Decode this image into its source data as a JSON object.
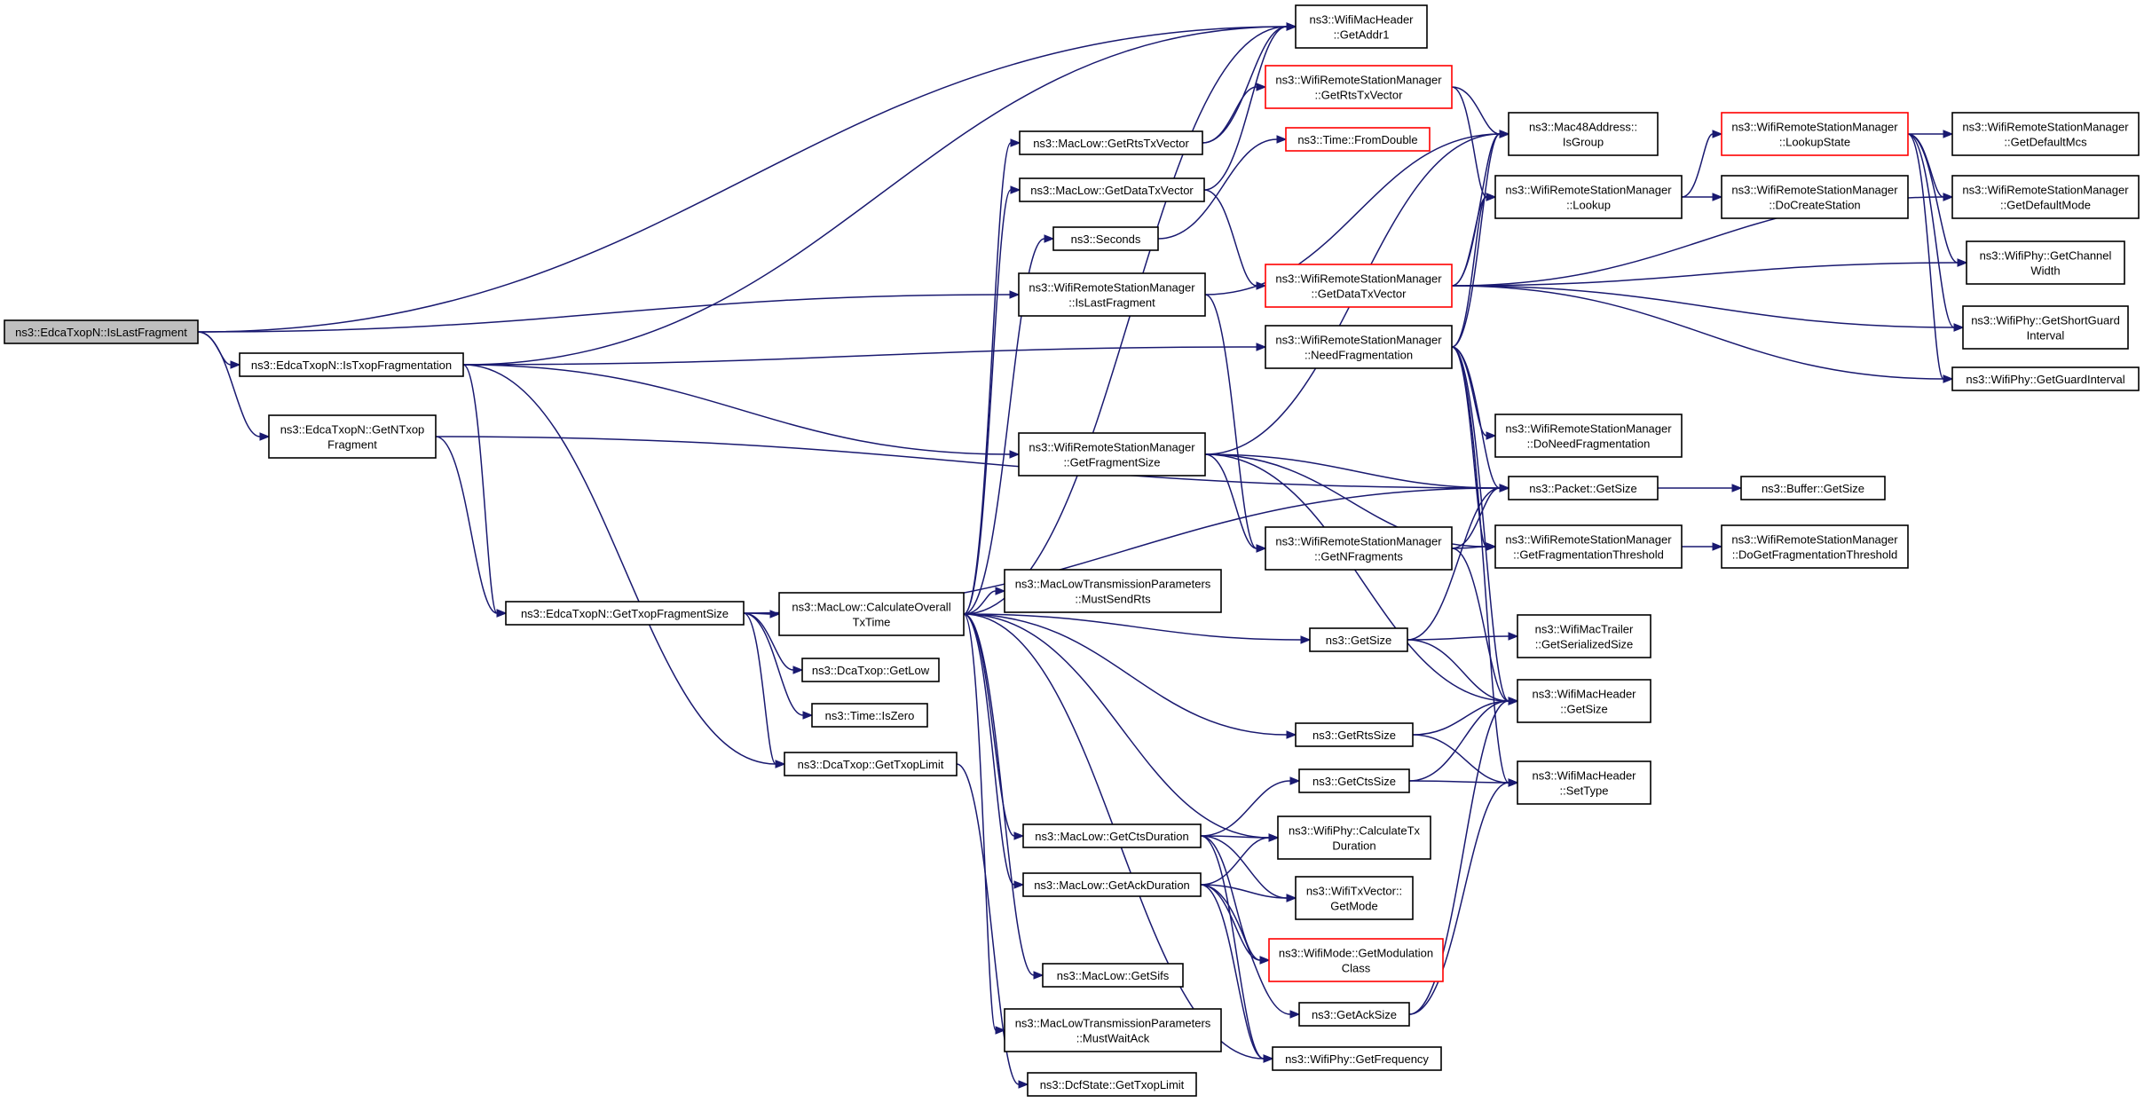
{
  "colors": {
    "edge": "#191970",
    "border_normal": "#000000",
    "border_truncated": "#ff0000",
    "root_fill": "#bfbfbf",
    "node_fill": "#ffffff"
  },
  "nodes": [
    {
      "id": "root",
      "lines": [
        "ns3::EdcaTxopN::IsLastFragment"
      ],
      "style": "root"
    },
    {
      "id": "isTxopFrag",
      "lines": [
        "ns3::EdcaTxopN::IsTxopFragmentation"
      ],
      "style": "normal"
    },
    {
      "id": "getNTxopFrag",
      "lines": [
        "ns3::EdcaTxopN::GetNTxop",
        "Fragment"
      ],
      "style": "normal"
    },
    {
      "id": "getTxopFragSize",
      "lines": [
        "ns3::EdcaTxopN::GetTxopFragmentSize"
      ],
      "style": "normal"
    },
    {
      "id": "calcOverall",
      "lines": [
        "ns3::MacLow::CalculateOverall",
        "TxTime"
      ],
      "style": "normal"
    },
    {
      "id": "dcaGetLow",
      "lines": [
        "ns3::DcaTxop::GetLow"
      ],
      "style": "normal"
    },
    {
      "id": "timeIsZero",
      "lines": [
        "ns3::Time::IsZero"
      ],
      "style": "normal"
    },
    {
      "id": "dcaGetTxopLimit",
      "lines": [
        "ns3::DcaTxop::GetTxopLimit"
      ],
      "style": "normal"
    },
    {
      "id": "wmhGetAddr1",
      "lines": [
        "ns3::WifiMacHeader",
        "::GetAddr1"
      ],
      "style": "normal"
    },
    {
      "id": "macGetRtsTxVector",
      "lines": [
        "ns3::MacLow::GetRtsTxVector"
      ],
      "style": "normal"
    },
    {
      "id": "macGetDataTxVector",
      "lines": [
        "ns3::MacLow::GetDataTxVector"
      ],
      "style": "normal"
    },
    {
      "id": "seconds",
      "lines": [
        "ns3::Seconds"
      ],
      "style": "normal"
    },
    {
      "id": "wrsmIsLastFragment",
      "lines": [
        "ns3::WifiRemoteStationManager",
        "::IsLastFragment"
      ],
      "style": "normal"
    },
    {
      "id": "wrsmGetFragmentSize",
      "lines": [
        "ns3::WifiRemoteStationManager",
        "::GetFragmentSize"
      ],
      "style": "normal"
    },
    {
      "id": "mustSendRts",
      "lines": [
        "ns3::MacLowTransmissionParameters",
        "::MustSendRts"
      ],
      "style": "normal"
    },
    {
      "id": "macGetCtsDuration",
      "lines": [
        "ns3::MacLow::GetCtsDuration"
      ],
      "style": "normal"
    },
    {
      "id": "macGetAckDuration",
      "lines": [
        "ns3::MacLow::GetAckDuration"
      ],
      "style": "normal"
    },
    {
      "id": "macGetSifs",
      "lines": [
        "ns3::MacLow::GetSifs"
      ],
      "style": "normal"
    },
    {
      "id": "mustWaitAck",
      "lines": [
        "ns3::MacLowTransmissionParameters",
        "::MustWaitAck"
      ],
      "style": "normal"
    },
    {
      "id": "dcfGetTxopLimit",
      "lines": [
        "ns3::DcfState::GetTxopLimit"
      ],
      "style": "normal"
    },
    {
      "id": "wrsmGetRtsTxVector",
      "lines": [
        "ns3::WifiRemoteStationManager",
        "::GetRtsTxVector"
      ],
      "style": "truncated"
    },
    {
      "id": "timeFromDouble",
      "lines": [
        "ns3::Time::FromDouble"
      ],
      "style": "truncated"
    },
    {
      "id": "wrsmGetDataTxVector",
      "lines": [
        "ns3::WifiRemoteStationManager",
        "::GetDataTxVector"
      ],
      "style": "truncated"
    },
    {
      "id": "wrsmNeedFrag",
      "lines": [
        "ns3::WifiRemoteStationManager",
        "::NeedFragmentation"
      ],
      "style": "normal"
    },
    {
      "id": "wrsmGetNFragments",
      "lines": [
        "ns3::WifiRemoteStationManager",
        "::GetNFragments"
      ],
      "style": "normal"
    },
    {
      "id": "getSize",
      "lines": [
        "ns3::GetSize"
      ],
      "style": "normal"
    },
    {
      "id": "getRtsSize",
      "lines": [
        "ns3::GetRtsSize"
      ],
      "style": "normal"
    },
    {
      "id": "getCtsSize",
      "lines": [
        "ns3::GetCtsSize"
      ],
      "style": "normal"
    },
    {
      "id": "phyCalcTxDuration",
      "lines": [
        "ns3::WifiPhy::CalculateTx",
        "Duration"
      ],
      "style": "normal"
    },
    {
      "id": "txVecGetMode",
      "lines": [
        "ns3::WifiTxVector::",
        "GetMode"
      ],
      "style": "normal"
    },
    {
      "id": "modeGetModClass",
      "lines": [
        "ns3::WifiMode::GetModulation",
        "Class"
      ],
      "style": "truncated"
    },
    {
      "id": "getAckSize",
      "lines": [
        "ns3::GetAckSize"
      ],
      "style": "normal"
    },
    {
      "id": "phyGetFrequency",
      "lines": [
        "ns3::WifiPhy::GetFrequency"
      ],
      "style": "normal"
    },
    {
      "id": "mac48IsGroup",
      "lines": [
        "ns3::Mac48Address::",
        "IsGroup"
      ],
      "style": "normal"
    },
    {
      "id": "wrsmLookup",
      "lines": [
        "ns3::WifiRemoteStationManager",
        "::Lookup"
      ],
      "style": "normal"
    },
    {
      "id": "wrsmDoNeedFrag",
      "lines": [
        "ns3::WifiRemoteStationManager",
        "::DoNeedFragmentation"
      ],
      "style": "normal"
    },
    {
      "id": "packetGetSize",
      "lines": [
        "ns3::Packet::GetSize"
      ],
      "style": "normal"
    },
    {
      "id": "wrsmGetFragThreshold",
      "lines": [
        "ns3::WifiRemoteStationManager",
        "::GetFragmentationThreshold"
      ],
      "style": "normal"
    },
    {
      "id": "wmtGetSerSize",
      "lines": [
        "ns3::WifiMacTrailer",
        "::GetSerializedSize"
      ],
      "style": "normal"
    },
    {
      "id": "wmhGetSize",
      "lines": [
        "ns3::WifiMacHeader",
        "::GetSize"
      ],
      "style": "normal"
    },
    {
      "id": "wmhSetType",
      "lines": [
        "ns3::WifiMacHeader",
        "::SetType"
      ],
      "style": "normal"
    },
    {
      "id": "wrsmLookupState",
      "lines": [
        "ns3::WifiRemoteStationManager",
        "::LookupState"
      ],
      "style": "truncated"
    },
    {
      "id": "wrsmDoCreateStation",
      "lines": [
        "ns3::WifiRemoteStationManager",
        "::DoCreateStation"
      ],
      "style": "normal"
    },
    {
      "id": "bufferGetSize",
      "lines": [
        "ns3::Buffer::GetSize"
      ],
      "style": "normal"
    },
    {
      "id": "wrsmDoGetFragThreshold",
      "lines": [
        "ns3::WifiRemoteStationManager",
        "::DoGetFragmentationThreshold"
      ],
      "style": "normal"
    },
    {
      "id": "wrsmGetDefaultMcs",
      "lines": [
        "ns3::WifiRemoteStationManager",
        "::GetDefaultMcs"
      ],
      "style": "normal"
    },
    {
      "id": "wrsmGetDefaultMode",
      "lines": [
        "ns3::WifiRemoteStationManager",
        "::GetDefaultMode"
      ],
      "style": "normal"
    },
    {
      "id": "phyGetChannelWidth",
      "lines": [
        "ns3::WifiPhy::GetChannel",
        "Width"
      ],
      "style": "normal"
    },
    {
      "id": "phyGetShortGI",
      "lines": [
        "ns3::WifiPhy::GetShortGuard",
        "Interval"
      ],
      "style": "normal"
    },
    {
      "id": "phyGetGI",
      "lines": [
        "ns3::WifiPhy::GetGuardInterval"
      ],
      "style": "normal"
    }
  ],
  "edges": [
    [
      "root",
      "wmhGetAddr1"
    ],
    [
      "root",
      "isTxopFrag"
    ],
    [
      "root",
      "getNTxopFrag"
    ],
    [
      "root",
      "wrsmIsLastFragment"
    ],
    [
      "isTxopFrag",
      "wmhGetAddr1"
    ],
    [
      "isTxopFrag",
      "getTxopFragSize"
    ],
    [
      "isTxopFrag",
      "dcaGetTxopLimit"
    ],
    [
      "isTxopFrag",
      "wrsmGetFragmentSize"
    ],
    [
      "isTxopFrag",
      "wrsmNeedFrag"
    ],
    [
      "getNTxopFrag",
      "getTxopFragSize"
    ],
    [
      "getNTxopFrag",
      "packetGetSize"
    ],
    [
      "getTxopFragSize",
      "calcOverall"
    ],
    [
      "getTxopFragSize",
      "dcaGetLow"
    ],
    [
      "getTxopFragSize",
      "timeIsZero"
    ],
    [
      "getTxopFragSize",
      "dcaGetTxopLimit"
    ],
    [
      "getTxopFragSize",
      "packetGetSize"
    ],
    [
      "calcOverall",
      "wmhGetAddr1"
    ],
    [
      "calcOverall",
      "macGetRtsTxVector"
    ],
    [
      "calcOverall",
      "macGetDataTxVector"
    ],
    [
      "calcOverall",
      "seconds"
    ],
    [
      "calcOverall",
      "mustSendRts"
    ],
    [
      "calcOverall",
      "getSize"
    ],
    [
      "calcOverall",
      "getRtsSize"
    ],
    [
      "calcOverall",
      "macGetCtsDuration"
    ],
    [
      "calcOverall",
      "phyCalcTxDuration"
    ],
    [
      "calcOverall",
      "macGetAckDuration"
    ],
    [
      "calcOverall",
      "macGetSifs"
    ],
    [
      "calcOverall",
      "mustWaitAck"
    ],
    [
      "calcOverall",
      "phyGetFrequency"
    ],
    [
      "dcaGetTxopLimit",
      "dcfGetTxopLimit"
    ],
    [
      "macGetRtsTxVector",
      "wmhGetAddr1"
    ],
    [
      "macGetRtsTxVector",
      "wrsmGetRtsTxVector"
    ],
    [
      "macGetDataTxVector",
      "wmhGetAddr1"
    ],
    [
      "macGetDataTxVector",
      "wrsmGetDataTxVector"
    ],
    [
      "seconds",
      "timeFromDouble"
    ],
    [
      "wrsmIsLastFragment",
      "wrsmGetNFragments"
    ],
    [
      "wrsmIsLastFragment",
      "mac48IsGroup"
    ],
    [
      "wrsmGetFragmentSize",
      "mac48IsGroup"
    ],
    [
      "wrsmGetFragmentSize",
      "packetGetSize"
    ],
    [
      "wrsmGetFragmentSize",
      "wrsmGetNFragments"
    ],
    [
      "wrsmGetFragmentSize",
      "wrsmGetFragThreshold"
    ],
    [
      "wrsmGetFragmentSize",
      "wmhGetSize"
    ],
    [
      "wrsmGetRtsTxVector",
      "mac48IsGroup"
    ],
    [
      "wrsmGetRtsTxVector",
      "wrsmLookup"
    ],
    [
      "wrsmGetDataTxVector",
      "mac48IsGroup"
    ],
    [
      "wrsmGetDataTxVector",
      "wrsmLookup"
    ],
    [
      "wrsmGetDataTxVector",
      "wrsmGetDefaultMode"
    ],
    [
      "wrsmGetDataTxVector",
      "phyGetChannelWidth"
    ],
    [
      "wrsmGetDataTxVector",
      "phyGetShortGI"
    ],
    [
      "wrsmGetDataTxVector",
      "phyGetGI"
    ],
    [
      "wrsmNeedFrag",
      "mac48IsGroup"
    ],
    [
      "wrsmNeedFrag",
      "wrsmLookup"
    ],
    [
      "wrsmNeedFrag",
      "wrsmDoNeedFrag"
    ],
    [
      "wrsmNeedFrag",
      "packetGetSize"
    ],
    [
      "wrsmNeedFrag",
      "wrsmGetFragThreshold"
    ],
    [
      "wrsmNeedFrag",
      "wmhGetSize"
    ],
    [
      "wrsmNeedFrag",
      "wmhSetType"
    ],
    [
      "wrsmGetNFragments",
      "packetGetSize"
    ],
    [
      "wrsmGetNFragments",
      "wrsmGetFragThreshold"
    ],
    [
      "wrsmGetNFragments",
      "wmhGetSize"
    ],
    [
      "getSize",
      "packetGetSize"
    ],
    [
      "getSize",
      "wmtGetSerSize"
    ],
    [
      "getSize",
      "wmhGetSize"
    ],
    [
      "getRtsSize",
      "wmhGetSize"
    ],
    [
      "getRtsSize",
      "wmhSetType"
    ],
    [
      "getCtsSize",
      "wmhGetSize"
    ],
    [
      "getCtsSize",
      "wmhSetType"
    ],
    [
      "macGetCtsDuration",
      "getCtsSize"
    ],
    [
      "macGetCtsDuration",
      "phyCalcTxDuration"
    ],
    [
      "macGetCtsDuration",
      "txVecGetMode"
    ],
    [
      "macGetCtsDuration",
      "modeGetModClass"
    ],
    [
      "macGetCtsDuration",
      "phyGetFrequency"
    ],
    [
      "macGetAckDuration",
      "phyCalcTxDuration"
    ],
    [
      "macGetAckDuration",
      "txVecGetMode"
    ],
    [
      "macGetAckDuration",
      "modeGetModClass"
    ],
    [
      "macGetAckDuration",
      "getAckSize"
    ],
    [
      "macGetAckDuration",
      "phyGetFrequency"
    ],
    [
      "getAckSize",
      "wmhGetSize"
    ],
    [
      "getAckSize",
      "wmhSetType"
    ],
    [
      "wrsmLookup",
      "wrsmLookupState"
    ],
    [
      "wrsmLookup",
      "wrsmDoCreateStation"
    ],
    [
      "packetGetSize",
      "bufferGetSize"
    ],
    [
      "wrsmGetFragThreshold",
      "wrsmDoGetFragThreshold"
    ],
    [
      "wrsmLookupState",
      "wrsmGetDefaultMcs"
    ],
    [
      "wrsmLookupState",
      "wrsmGetDefaultMode"
    ],
    [
      "wrsmLookupState",
      "phyGetChannelWidth"
    ],
    [
      "wrsmLookupState",
      "phyGetShortGI"
    ],
    [
      "wrsmLookupState",
      "phyGetGI"
    ]
  ]
}
